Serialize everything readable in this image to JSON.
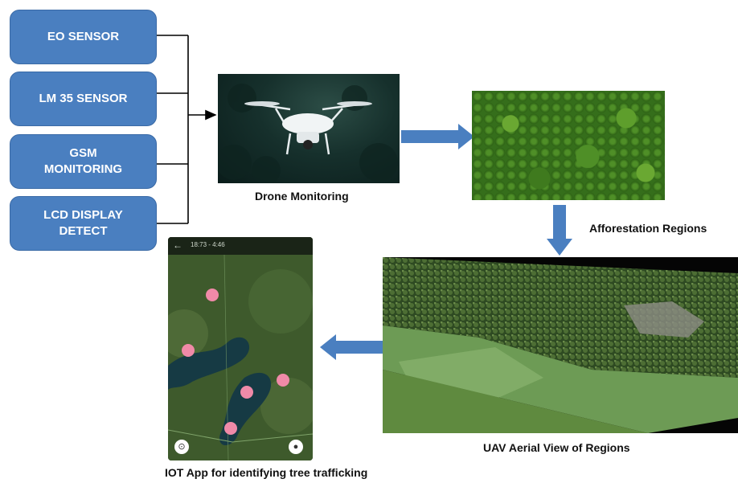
{
  "sensors": [
    {
      "label": "EO SENSOR"
    },
    {
      "label": "LM 35 SENSOR"
    },
    {
      "label": "GSM\nMONITORING"
    },
    {
      "label": "LCD DISPLAY\nDETECT"
    }
  ],
  "captions": {
    "drone": "Drone Monitoring",
    "afforestation": "Afforestation Regions",
    "uav": "UAV Aerial View of Regions",
    "iot": "IOT App for identifying tree trafficking"
  },
  "phone_status": "18:73 - 4:46",
  "colors": {
    "box_fill": "#4a7fc0",
    "box_border": "#3a6aa6",
    "arrow_blue": "#4a7fc0",
    "marker_pink": "#f08aa8"
  },
  "icons": [
    "drone-icon",
    "back-arrow-icon",
    "compass-icon",
    "location-pin-icon"
  ]
}
